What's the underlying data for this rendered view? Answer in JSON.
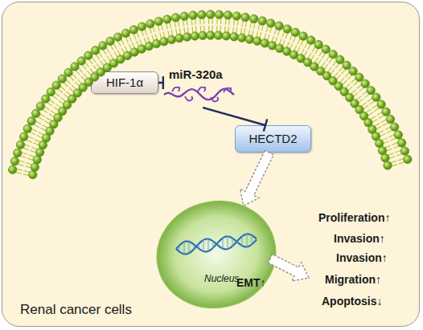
{
  "diagram": {
    "nodes": [
      {
        "text": [
          "Renal cancer cells"
        ]
      },
      {
        "text": [
          "HIF-1α"
        ],
        "in": 0
      },
      {
        "text": [
          "miR-320a"
        ],
        "in": 0
      },
      {
        "text": [
          "HECTD2"
        ],
        "in": 0
      },
      {
        "text": [
          "Nucleus"
        ],
        "in": 0
      }
    ],
    "edges": [
      {
        "from": 1,
        "to": 2,
        "arrow": "to"
      },
      {
        "from": 2,
        "to": 3,
        "arrow": "to"
      },
      {
        "from": 3,
        "to": 4,
        "arrow": "to"
      }
    ],
    "labels": [
      "Proliferation↑",
      "Invasion↑",
      "Invasion↑",
      "Migration↑",
      "Apoptosis↓",
      "EMT↑"
    ]
  }
}
